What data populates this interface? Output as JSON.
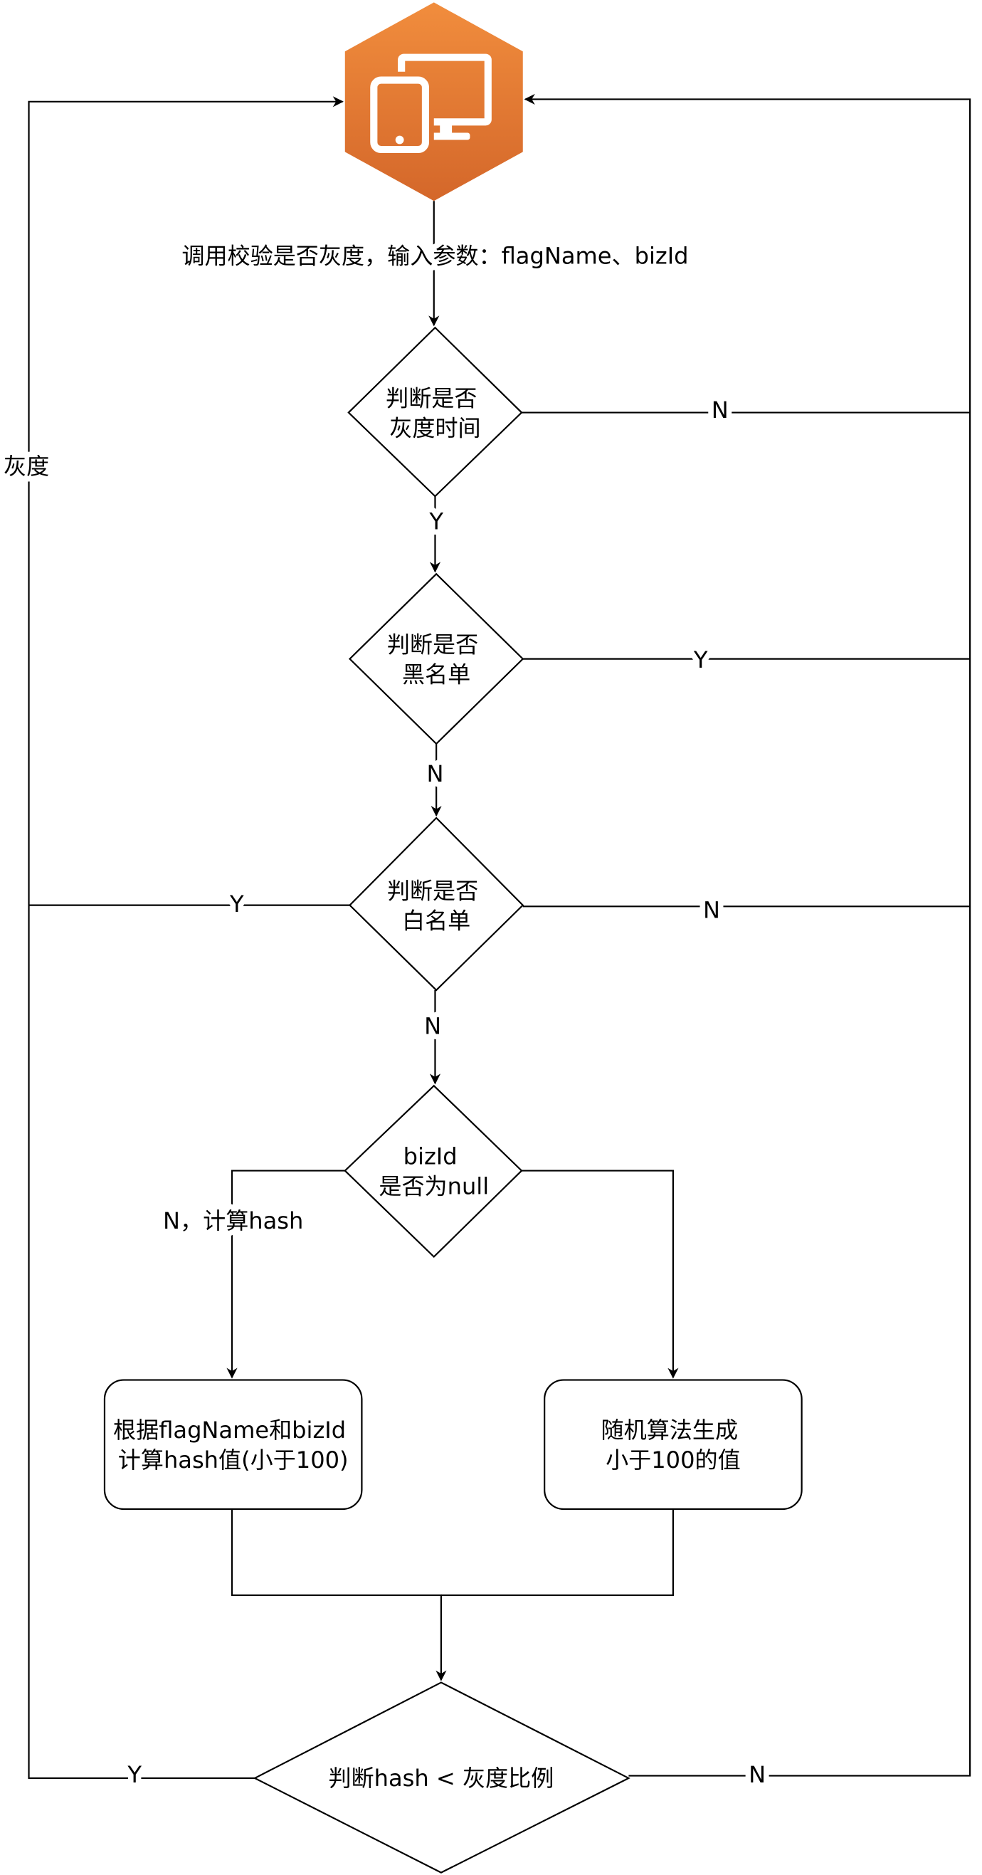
{
  "start_node": {
    "icon": "devices-icon",
    "color_top": "#F18D3D",
    "color_bottom": "#D4672A"
  },
  "input_label": "调用校验是否灰度，输入参数：flagName、bizId",
  "nodes": {
    "gray_time_check": [
      "判断是否",
      "灰度时间"
    ],
    "blacklist_check": [
      "判断是否",
      "黑名单"
    ],
    "whitelist_check": [
      "判断是否",
      "白名单"
    ],
    "bizid_null_check": [
      "bizId",
      "是否为null"
    ],
    "hash_compute": [
      "根据flagName和bizId",
      "计算hash值(小于100)"
    ],
    "random_generate": [
      "随机算法生成",
      "小于100的值"
    ],
    "ratio_compare": [
      "判断hash < 灰度比例"
    ]
  },
  "edge_labels": {
    "gray_time_no": "N",
    "gray_time_yes": "Y",
    "blacklist_yes": "Y",
    "blacklist_no": "N",
    "whitelist_yes": "Y",
    "whitelist_no": "N",
    "bizid_not_null": "N，计算hash",
    "ratio_yes": "Y",
    "ratio_no": "N",
    "gray_return": "灰度"
  }
}
